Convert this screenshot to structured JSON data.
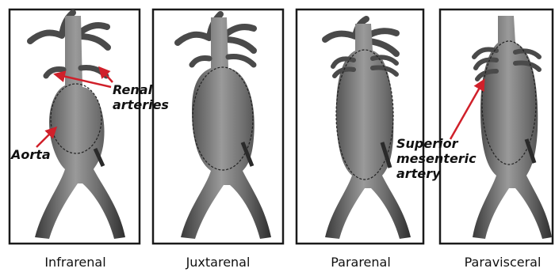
{
  "panels": [
    {
      "label": "Infrarenal",
      "aneurysm_extent": "below renal arteries"
    },
    {
      "label": "Juxtarenal",
      "aneurysm_extent": "up to renal arteries"
    },
    {
      "label": "Pararenal",
      "aneurysm_extent": "involving renal arteries"
    },
    {
      "label": "Paravisceral",
      "aneurysm_extent": "involving superior mesenteric artery"
    }
  ],
  "annotations": {
    "renal_line1": "Renal",
    "renal_line2": "arteries",
    "aorta": "Aorta",
    "sma_line1": "Superior",
    "sma_line2": "mesenteric",
    "sma_line3": "artery"
  },
  "colors": {
    "frame": "#1a1a1a",
    "vessel_dark": "#3a3a3a",
    "vessel_mid": "#6e6e6e",
    "vessel_light": "#9a9a9a",
    "arrow": "#d0202a",
    "background": "#ffffff"
  }
}
